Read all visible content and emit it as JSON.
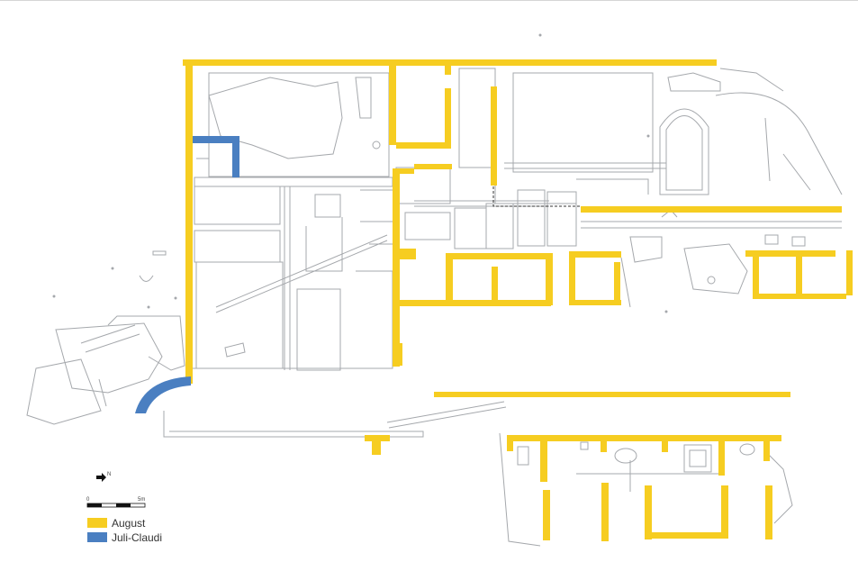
{
  "colors": {
    "august": "#f6cd21",
    "juli_claudi": "#4a7fc1",
    "outline": "#a5a8ac",
    "background": "#ffffff"
  },
  "legend": {
    "august_label": "August",
    "juli_claudi_label": "Juli-Claudi"
  },
  "scale": {
    "start_label": "0",
    "end_label": "5m"
  },
  "north": {
    "label": "N",
    "icon": "north-arrow-icon"
  }
}
